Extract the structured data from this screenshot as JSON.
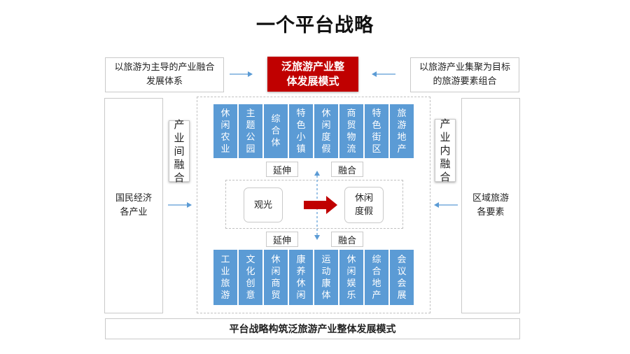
{
  "title": "一个平台战略",
  "header": {
    "left_text": "以旅游为主导的产业融合发展体系",
    "center_text": "泛旅游产业整体发展模式",
    "right_text": "以旅游产业集聚为目标的旅游要素组合"
  },
  "left_panel": "国民经济各产业",
  "right_panel": "区域旅游各要素",
  "left_vertical_label": "产业间融合",
  "right_vertical_label": "产业内融合",
  "top_cells": [
    "休闲农业",
    "主题公园",
    "综合体",
    "特色小镇",
    "休闲度假",
    "商贸物流",
    "特色街区",
    "旅游地产"
  ],
  "bottom_cells": [
    "工业旅游",
    "文化创意",
    "休闲商贸",
    "康养休闲",
    "运动康体",
    "休闲娱乐",
    "综合地产",
    "会议会展"
  ],
  "tags": {
    "top_left": "延伸",
    "top_right": "融合",
    "bottom_left": "延伸",
    "bottom_right": "融合"
  },
  "flow": {
    "from": "观光",
    "to": "休闲度假"
  },
  "footer": "平台战略构筑泛旅游产业整体发展模式",
  "colors": {
    "accent_red": "#c00000",
    "cell_blue": "#5b9bd5",
    "arrow_blue": "#5b9bd5",
    "arrow_red": "#c00000"
  }
}
